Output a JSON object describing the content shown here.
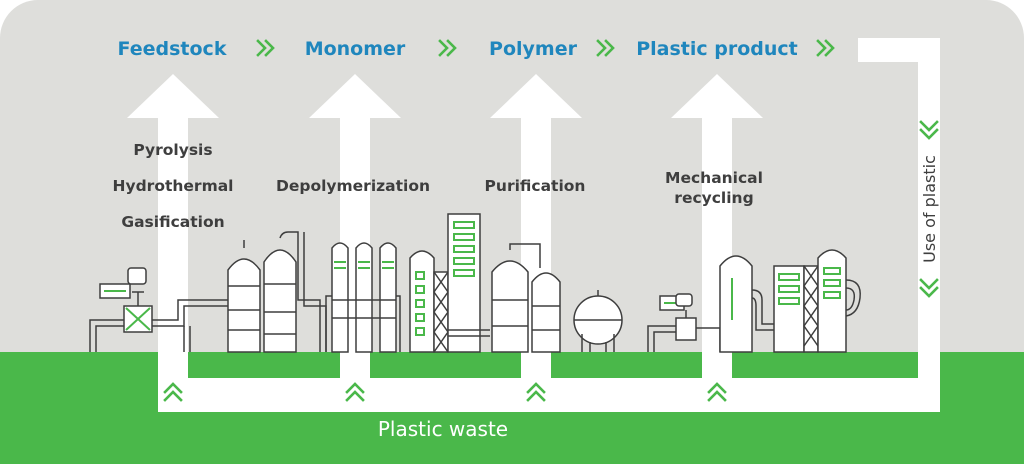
{
  "stages": {
    "feedstock": "Feedstock",
    "monomer": "Monomer",
    "polymer": "Polymer",
    "plastic_product": "Plastic product"
  },
  "processes": {
    "pyrolysis": "Pyrolysis",
    "hydrothermal": "Hydrothermal",
    "gasification": "Gasification",
    "depolymerization": "Depolymerization",
    "purification": "Purification",
    "mechanical_line1": "Mechanical",
    "mechanical_line2": "recycling"
  },
  "use_of_plastic": "Use of plastic",
  "plastic_waste": "Plastic waste",
  "colors": {
    "stage_text": "#1f86bd",
    "accent_green": "#4ab84a",
    "background_grey": "#dededb",
    "plant_stroke": "#3e3e3e"
  },
  "icons": [
    "double-chevron-right-icon",
    "double-chevron-up-icon",
    "double-chevron-down-icon"
  ]
}
